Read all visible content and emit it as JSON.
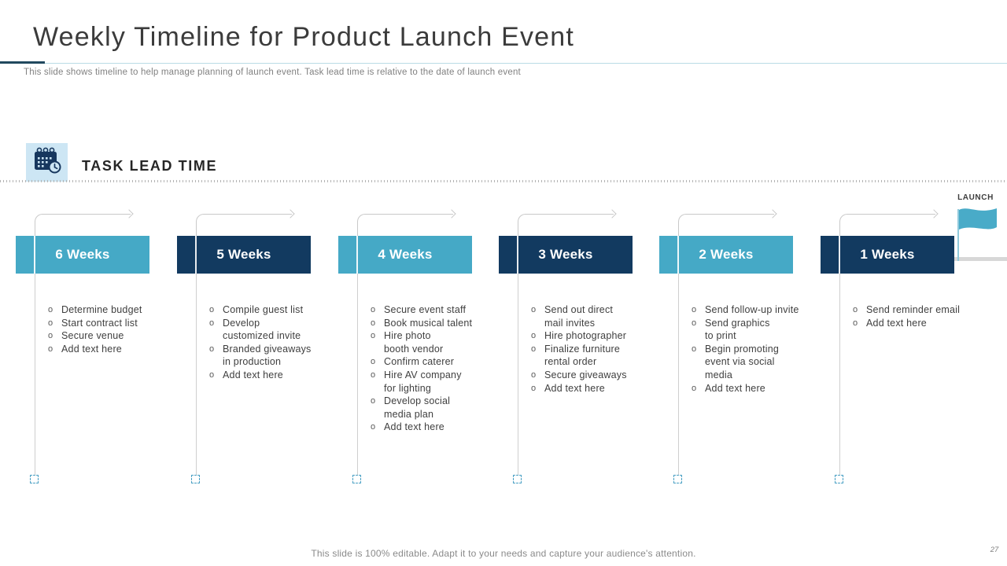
{
  "slide": {
    "title": "Weekly Timeline for Product Launch Event",
    "subtitle": "This slide shows timeline to help manage planning of launch event. Task lead time is relative to the date of launch event",
    "section": {
      "icon": "calendar-clock-icon",
      "title": "TASK LEAD TIME"
    },
    "launch": {
      "label": "LAUNCH",
      "icon": "launch-flag-icon"
    },
    "footer": "This slide is 100% editable. Adapt it to your needs and capture your audience's attention.",
    "page_number": "27"
  },
  "colors": {
    "teal_box": "#45A9C6",
    "navy_box": "#123A60",
    "flag_teal": "#49ABC8",
    "icon_bg": "#CDE6F4",
    "icon_navy": "#17375E",
    "connector_gray": "#C9C9C9",
    "marker_outline": "#4AA0C4",
    "task_text": "#3F3F3F",
    "muted_text": "#8A8A8A"
  },
  "timeline": {
    "columns": [
      {
        "label": "6 Weeks",
        "variant": "teal",
        "tasks": [
          "Determine budget",
          "Start contract list",
          "Secure venue",
          "Add text here"
        ]
      },
      {
        "label": "5 Weeks",
        "variant": "navy",
        "tasks": [
          "Compile guest list",
          "Develop\ncustomized invite",
          "Branded giveaways\nin production",
          "Add text here"
        ]
      },
      {
        "label": "4 Weeks",
        "variant": "teal",
        "tasks": [
          "Secure event staff",
          "Book musical talent",
          "Hire photo\nbooth vendor",
          "Confirm caterer",
          "Hire AV company\nfor lighting",
          "Develop social\nmedia plan",
          "Add text here"
        ]
      },
      {
        "label": "3 Weeks",
        "variant": "navy",
        "tasks": [
          "Send out direct\nmail invites",
          "Hire photographer",
          "Finalize furniture\nrental order",
          "Secure giveaways",
          "Add text here"
        ]
      },
      {
        "label": "2 Weeks",
        "variant": "teal",
        "tasks": [
          "Send follow-up invite",
          "Send graphics\nto print",
          "Begin promoting\nevent via social\nmedia",
          "Add text here"
        ]
      },
      {
        "label": "1 Weeks",
        "variant": "navy",
        "tasks": [
          "Send reminder email",
          "Add text here"
        ]
      }
    ]
  }
}
